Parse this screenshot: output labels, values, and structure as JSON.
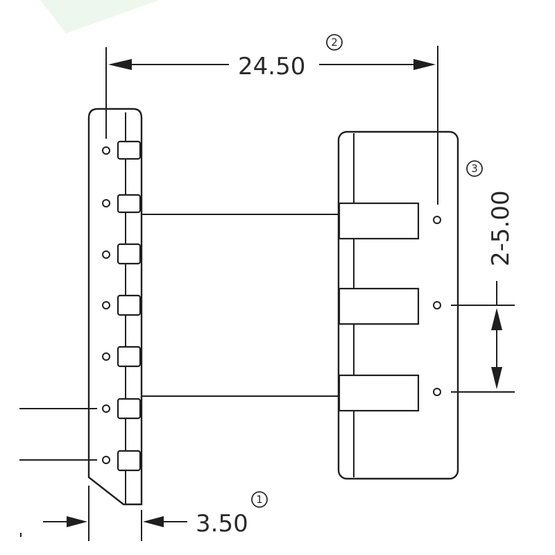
{
  "dimensions": {
    "overall_length": {
      "value": "24.50",
      "marker": "2"
    },
    "pin_pitch": {
      "value": "2-5.00",
      "marker": "3"
    },
    "flange_thickness": {
      "value": "3.50",
      "marker": "1"
    }
  },
  "colors": {
    "line": "#1f1f1f",
    "background": "#ffffff",
    "corner_tint": "#eef7ee"
  }
}
